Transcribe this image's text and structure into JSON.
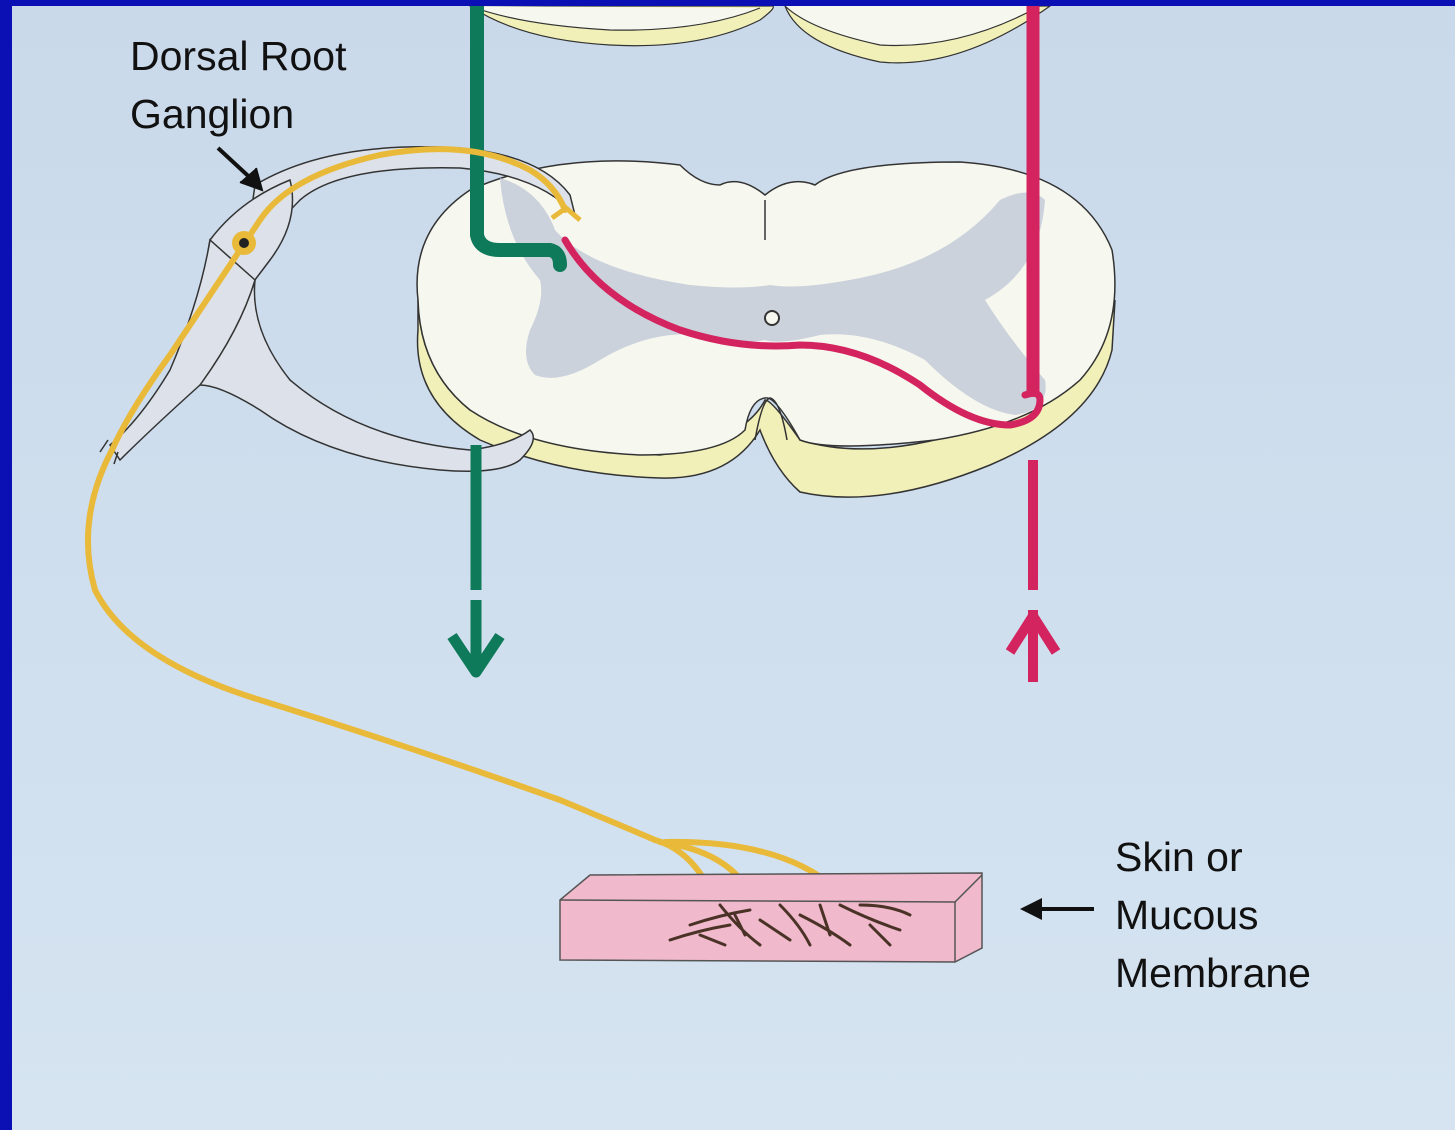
{
  "labels": {
    "dorsal_root_ganglion": [
      "Dorsal Root",
      "Ganglion"
    ],
    "skin": [
      "Skin or",
      "Mucous",
      "Membrane"
    ]
  },
  "colors": {
    "background": "#0a10b4",
    "panel": "#cddcec",
    "white_matter": "#f6f7ef",
    "white_matter_rim": "#f1f0b8",
    "gray_matter": "#c7cdd9",
    "sensory_neuron": "#e9b93a",
    "descending_tract": "#0f7a5a",
    "ascending_tract": "#d4245f",
    "skin": "#f0b9cc"
  },
  "icons": [
    "arrow-down-icon",
    "arrow-up-icon",
    "pointer-arrow-icon"
  ]
}
